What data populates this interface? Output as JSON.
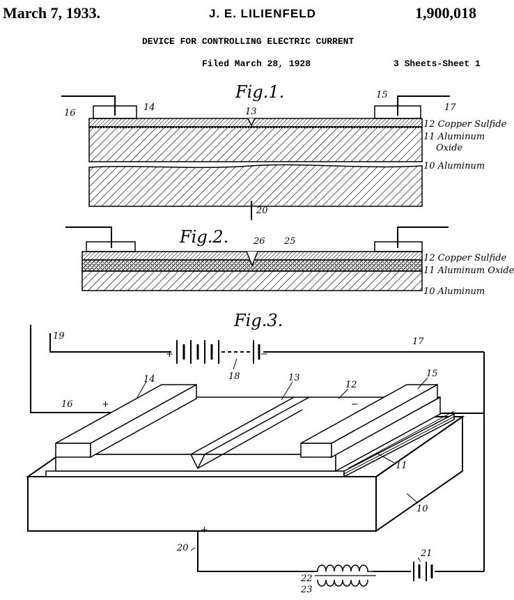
{
  "header": {
    "date": "March 7, 1933.",
    "inventor": "J. E. LILIENFELD",
    "patent_number": "1,900,018",
    "title": "DEVICE FOR CONTROLLING ELECTRIC CURRENT",
    "filed": "Filed March 28, 1928",
    "sheet": "3 Sheets-Sheet 1"
  },
  "fig1": {
    "caption": "Fig.1.",
    "ref_14": "14",
    "ref_15": "15",
    "ref_16": "16",
    "ref_17": "17",
    "ref_13": "13",
    "ref_20": "20",
    "layer_12": "12 Copper Sulfide",
    "layer_11": "11 Aluminum",
    "layer_11b": "Oxide",
    "layer_10": "10 Aluminum"
  },
  "fig2": {
    "caption": "Fig.2.",
    "ref_26": "26",
    "ref_25": "25",
    "layer_12": "12 Copper Sulfide",
    "layer_11": "11 Aluminum Oxide",
    "layer_10": "10 Aluminum"
  },
  "fig3": {
    "caption": "Fig.3.",
    "ref_19": "19",
    "ref_18": "18",
    "ref_17": "17",
    "ref_16": "16",
    "ref_14": "14",
    "ref_13": "13",
    "ref_12": "12",
    "ref_15": "15",
    "ref_11": "11",
    "ref_10": "10",
    "ref_20": "20",
    "ref_21": "21",
    "ref_22": "22",
    "ref_23": "23",
    "plus": "+",
    "minus": "−"
  }
}
